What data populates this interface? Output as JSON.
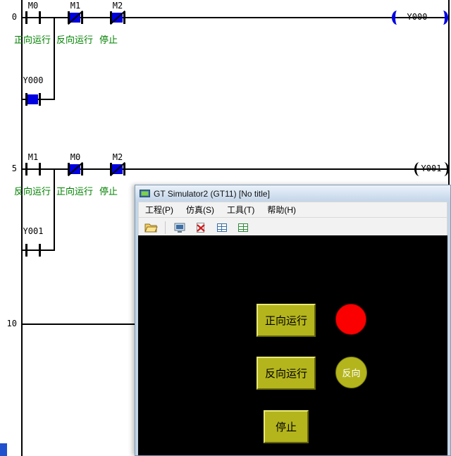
{
  "ladder": {
    "steps": {
      "r0": "0",
      "r5": "5",
      "r10": "10"
    },
    "rung0": {
      "c1_label": "M0",
      "c2_label": "M1",
      "c3_label": "M2",
      "c1_comment": "正向运行",
      "c2_comment": "反向运行",
      "c3_comment": "停止",
      "coil_label": "Y000",
      "branch_label": "Y000"
    },
    "rung5": {
      "c1_label": "M1",
      "c2_label": "M0",
      "c3_label": "M2",
      "c1_comment": "反向运行",
      "c2_comment": "正向运行",
      "c3_comment": "停止",
      "coil_label": "Y001",
      "branch_label": "Y001"
    },
    "colors": {
      "energized_blue": "#0000e0",
      "comment_green": "#008000"
    }
  },
  "simulator": {
    "title": "GT Simulator2 (GT11)  [No title]",
    "menu": {
      "project": "工程(P)",
      "simulate": "仿真(S)",
      "tools": "工具(T)",
      "help": "帮助(H)"
    },
    "toolbar": {
      "icons": [
        "open-project-icon",
        "monitor-icon",
        "stop-simulation-icon",
        "grid-icon",
        "device-view-icon"
      ]
    },
    "screen": {
      "forward_button": "正向运行",
      "reverse_button": "反向运行",
      "stop_button": "停止",
      "reverse_lamp": "反向"
    },
    "colors": {
      "button_yellow": "#b4b51c",
      "lamp_red": "#fb0000",
      "screen_bg": "#000000"
    }
  }
}
